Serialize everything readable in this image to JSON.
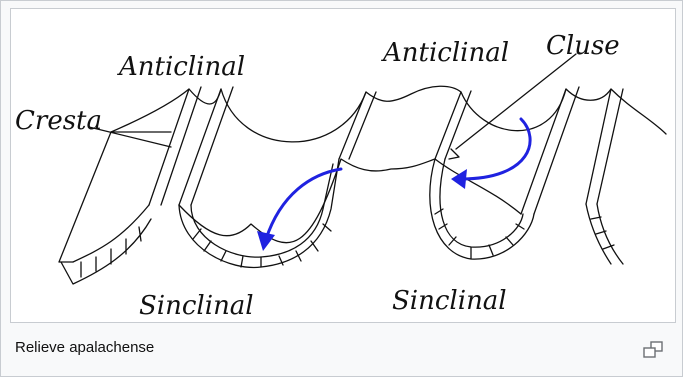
{
  "figure": {
    "labels": {
      "anticlinal_left": "Anticlinal",
      "anticlinal_right": "Anticlinal",
      "cluse": "Cluse",
      "cresta": "Cresta",
      "sinclinal_left": "Sinclinal",
      "sinclinal_right": "Sinclinal"
    },
    "arrow_color": "#1f22e0",
    "caption": "Relieve apalachense"
  },
  "icons": {
    "enlarge": "enlarge-icon"
  }
}
